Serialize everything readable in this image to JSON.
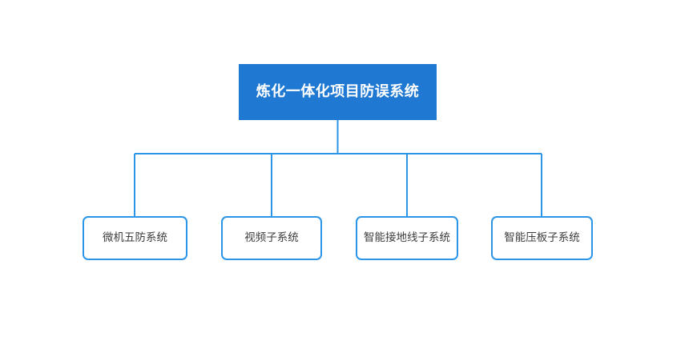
{
  "diagram": {
    "type": "org-chart",
    "orientation": "top-down",
    "background_color": "#ffffff",
    "connector_color": "#2b95e8",
    "root": {
      "id": "root",
      "label": "炼化一体化项目防误系统",
      "fill_color": "#1f78d1",
      "text_color": "#ffffff"
    },
    "children": [
      {
        "id": "child-0",
        "label": "微机五防系统",
        "fill_color": "#ffffff",
        "border_color": "#2b95e8",
        "text_color": "#3c3c3c"
      },
      {
        "id": "child-1",
        "label": "视频子系统",
        "fill_color": "#ffffff",
        "border_color": "#2b95e8",
        "text_color": "#3c3c3c"
      },
      {
        "id": "child-2",
        "label": "智能接地线子系统",
        "fill_color": "#ffffff",
        "border_color": "#2b95e8",
        "text_color": "#3c3c3c"
      },
      {
        "id": "child-3",
        "label": "智能压板子系统",
        "fill_color": "#ffffff",
        "border_color": "#2b95e8",
        "text_color": "#3c3c3c"
      }
    ]
  }
}
